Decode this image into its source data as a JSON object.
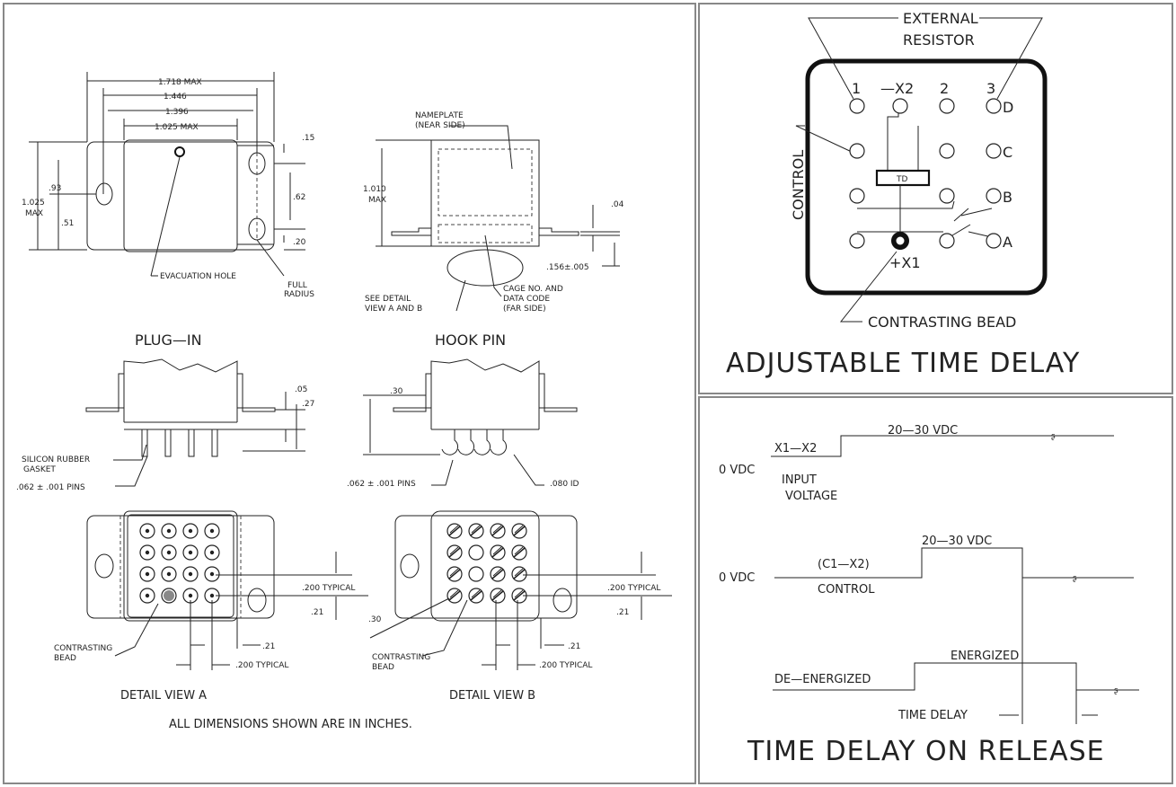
{
  "mechanical": {
    "dims": {
      "max_1718": "1.718 MAX",
      "d_1446": "1.446",
      "d_1396": "1.396",
      "max_1025w": "1.025 MAX",
      "d_15": ".15",
      "d_93": ".93",
      "d_1025": "1.025",
      "max": "MAX",
      "d_51": ".51",
      "d_62": ".62",
      "d_20": ".20",
      "d_1010": "1.010",
      "max2": "MAX",
      "d_04": ".04",
      "d_156": ".156±.005",
      "d_05": ".05",
      "d_27": ".27",
      "d_30": ".30",
      "d_200a": ".200 TYPICAL",
      "d_21a": ".21",
      "d_21b": ".21",
      "d_200b": ".200 TYPICAL",
      "d_30b": ".30",
      "d_200c": ".200 TYPICAL",
      "d_21c": ".21",
      "d_21d": ".21",
      "d_200d": ".200 TYPICAL"
    },
    "labels": {
      "evacuation_hole": "EVACUATION HOLE",
      "full": "FULL",
      "radius": "RADIUS",
      "nameplate": "NAMEPLATE",
      "near_side": "(NEAR SIDE)",
      "see_detail": "SEE DETAIL",
      "view_a_and_b": "VIEW A AND B",
      "cage_no_and": "CAGE NO. AND",
      "data_code": "DATA CODE",
      "far_side": "(FAR SIDE)",
      "plug_in": "PLUG—IN",
      "hook_pin": "HOOK PIN",
      "silicon_rubber": "SILICON RUBBER",
      "gasket": "GASKET",
      "pins_a": ".062 ± .001 PINS",
      "pins_b": ".062 ± .001 PINS",
      "id_080": ".080 ID",
      "contrasting_a": "CONTRASTING",
      "bead_a": "BEAD",
      "contrasting_b": "CONTRASTING",
      "bead_b": "BEAD",
      "detail_a": "DETAIL VIEW A",
      "detail_b": "DETAIL VIEW B",
      "note": "ALL DIMENSIONS SHOWN ARE IN INCHES."
    }
  },
  "schematic": {
    "external": "EXTERNAL",
    "resistor": "RESISTOR",
    "pin_1": "1",
    "pin_x2": "—X2",
    "pin_2": "2",
    "pin_3": "3",
    "pin_d": "D",
    "pin_c": "C",
    "pin_b": "B",
    "pin_a": "A",
    "td": "TD",
    "control": "CONTROL",
    "x1": "+X1",
    "contrasting_bead": "CONTRASTING BEAD",
    "title": "ADJUSTABLE TIME DELAY"
  },
  "timing": {
    "vdc_range_1": "20—30 VDC",
    "zero_1": "0 VDC",
    "x1x2": "X1—X2",
    "input": "INPUT",
    "voltage": "VOLTAGE",
    "vdc_range_2": "20—30 VDC",
    "zero_2": "0 VDC",
    "c1x2": "(C1—X2)",
    "control": "CONTROL",
    "energized": "ENERGIZED",
    "de_energized": "DE—ENERGIZED",
    "time_delay": "TIME DELAY",
    "title": "TIME DELAY ON RELEASE"
  }
}
